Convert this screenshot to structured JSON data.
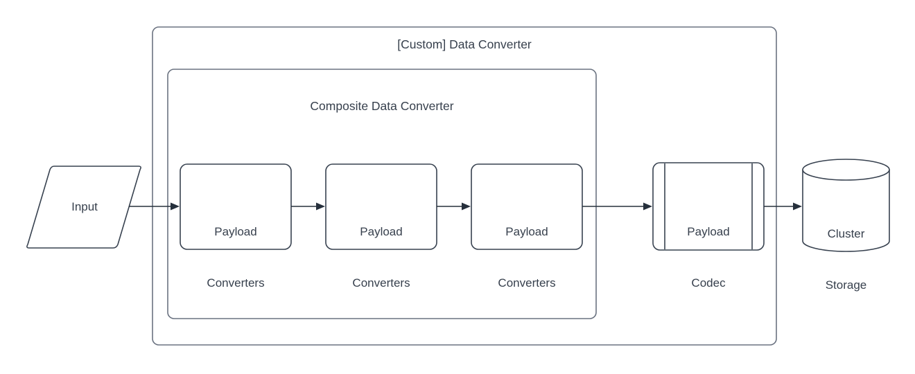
{
  "diagram": {
    "title": "[Custom] Data Converter",
    "background": "#ffffff",
    "stroke_color": "#37414f",
    "container_stroke_color": "#6a7280",
    "text_color": "#37404d",
    "connector_color": "#26303c",
    "containers": [
      {
        "id": "custom-data-converter",
        "label": "[Custom] Data Converter",
        "shape": "rounded-rectangle"
      },
      {
        "id": "composite-data-converter",
        "label": "Composite Data Converter",
        "shape": "rounded-rectangle"
      }
    ],
    "nodes": [
      {
        "id": "input",
        "shape": "parallelogram",
        "label": "Input",
        "lines": [
          "Input"
        ]
      },
      {
        "id": "payload-converters-1",
        "shape": "rounded-rectangle",
        "label": "Payload Converters",
        "lines": [
          "Payload",
          "Converters"
        ]
      },
      {
        "id": "payload-converters-2",
        "shape": "rounded-rectangle",
        "label": "Payload Converters",
        "lines": [
          "Payload",
          "Converters"
        ]
      },
      {
        "id": "payload-converters-3",
        "shape": "rounded-rectangle",
        "label": "Payload Converters",
        "lines": [
          "Payload",
          "Converters"
        ]
      },
      {
        "id": "payload-codec",
        "shape": "process",
        "label": "Payload Codec",
        "lines": [
          "Payload",
          "Codec"
        ]
      },
      {
        "id": "cluster-storage",
        "shape": "cylinder",
        "label": "Cluster Storage",
        "lines": [
          "Cluster",
          "Storage"
        ]
      }
    ],
    "connectors": [
      {
        "id": "input-to-converter-1",
        "from": "input",
        "to": "payload-converters-1",
        "arrow": "filled-triangle"
      },
      {
        "id": "converter-1-to-converter-2",
        "from": "payload-converters-1",
        "to": "payload-converters-2",
        "arrow": "filled-triangle"
      },
      {
        "id": "converter-2-to-converter-3",
        "from": "payload-converters-2",
        "to": "payload-converters-3",
        "arrow": "filled-triangle"
      },
      {
        "id": "converter-3-to-codec",
        "from": "payload-converters-3",
        "to": "payload-codec",
        "arrow": "filled-triangle"
      },
      {
        "id": "codec-to-storage",
        "from": "payload-codec",
        "to": "cluster-storage",
        "arrow": "filled-triangle"
      }
    ]
  }
}
